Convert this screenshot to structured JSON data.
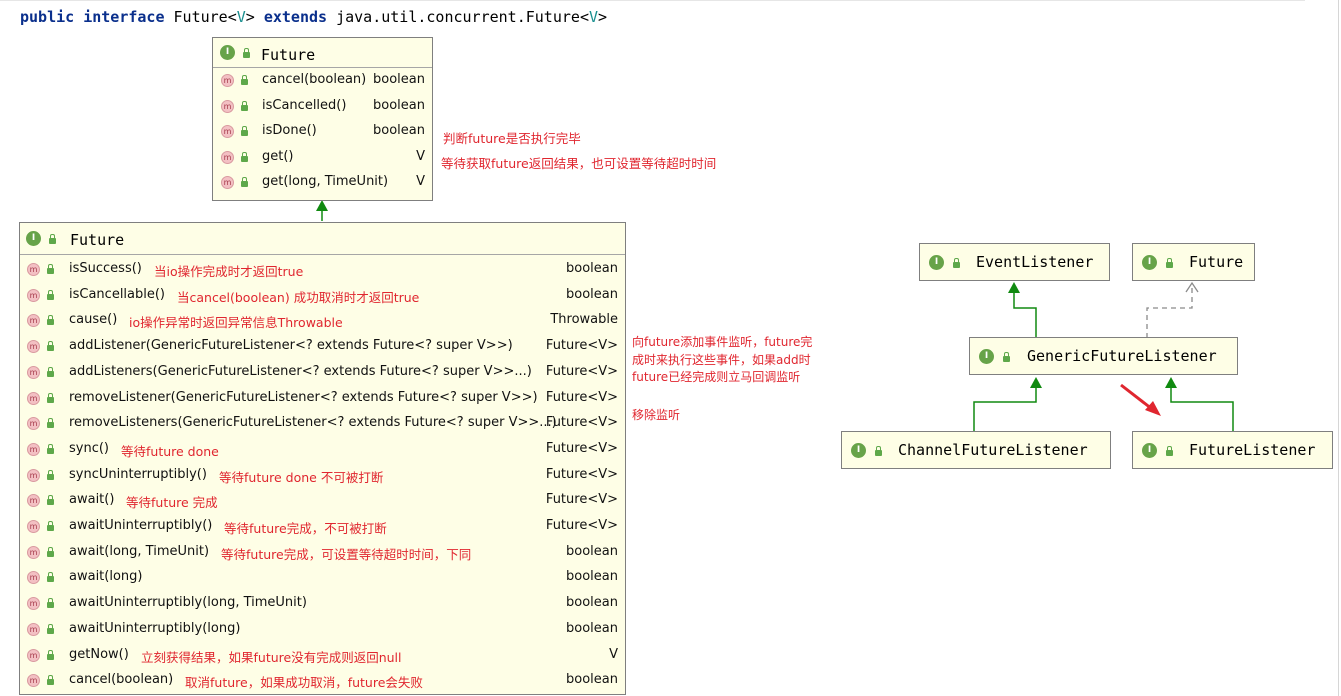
{
  "header": {
    "kw_public": "public",
    "kw_interface": "interface",
    "name": "Future",
    "lt1": "<",
    "tp1": "V",
    "gt1": ">",
    "kw_extends": "extends",
    "parent": "java.util.concurrent.Future",
    "lt2": "<",
    "tp2": "V",
    "gt2": ">"
  },
  "jdk_future": {
    "title": "Future",
    "methods": [
      {
        "name": "cancel(boolean)",
        "type": "boolean",
        "note": ""
      },
      {
        "name": "isCancelled()",
        "type": "boolean",
        "note": ""
      },
      {
        "name": "isDone()",
        "type": "boolean",
        "note": "判断future是否执行完毕"
      },
      {
        "name": "get()",
        "type": "V",
        "note": "等待获取future返回结果，也可设置等待超时时间"
      },
      {
        "name": "get(long, TimeUnit)",
        "type": "V",
        "note": ""
      }
    ]
  },
  "netty_future": {
    "title": "Future",
    "methods": [
      {
        "name": "isSuccess()",
        "note": "当io操作完成时才返回true",
        "type": "boolean"
      },
      {
        "name": "isCancellable()",
        "note": "当cancel(boolean) 成功取消时才返回true",
        "type": "boolean"
      },
      {
        "name": "cause()",
        "note": "io操作异常时返回异常信息Throwable",
        "type": "Throwable"
      },
      {
        "name": "addListener(GenericFutureListener<? extends Future<? super V>>)",
        "note": "",
        "type": "Future<V>"
      },
      {
        "name": "addListeners(GenericFutureListener<? extends Future<? super V>>...)",
        "note": "",
        "type": "Future<V>"
      },
      {
        "name": "removeListener(GenericFutureListener<? extends Future<? super V>>)",
        "note": "",
        "type": "Future<V>"
      },
      {
        "name": "removeListeners(GenericFutureListener<? extends Future<? super V>>...)",
        "note": "",
        "type": "Future<V>"
      },
      {
        "name": "sync()",
        "note": "等待future done",
        "type": "Future<V>"
      },
      {
        "name": "syncUninterruptibly()",
        "note": "等待future done 不可被打断",
        "type": "Future<V>"
      },
      {
        "name": "await()",
        "note": "等待future 完成",
        "type": "Future<V>"
      },
      {
        "name": "awaitUninterruptibly()",
        "note": "等待future完成，不可被打断",
        "type": "Future<V>"
      },
      {
        "name": "await(long, TimeUnit)",
        "note": "等待future完成，可设置等待超时时间，下同",
        "type": "boolean"
      },
      {
        "name": "await(long)",
        "note": "",
        "type": "boolean"
      },
      {
        "name": "awaitUninterruptibly(long, TimeUnit)",
        "note": "",
        "type": "boolean"
      },
      {
        "name": "awaitUninterruptibly(long)",
        "note": "",
        "type": "boolean"
      },
      {
        "name": "getNow()",
        "note": "立刻获得结果，如果future没有完成则返回null",
        "type": "V"
      },
      {
        "name": "cancel(boolean)",
        "note": "取消future，如果成功取消，future会失败",
        "type": "boolean"
      }
    ]
  },
  "side_notes": {
    "listener_note_lines": [
      "向future添加事件监听，future完",
      "成时来执行这些事件，如果add时",
      "future已经完成则立马回调监听"
    ],
    "remove_note": "移除监听"
  },
  "hierarchy": {
    "event_listener": "EventListener",
    "future": "Future",
    "generic_future_listener": "GenericFutureListener",
    "channel_future_listener": "ChannelFutureListener",
    "future_listener": "FutureListener"
  },
  "colors": {
    "note_red": "#e0262f",
    "box_fill": "#fefee6",
    "interface_icon": "#67a349",
    "method_icon": "#f3c0c3",
    "arrow_green": "#108a10",
    "keyword_blue": "#0a2f8c",
    "type_param_teal": "#1a8f8f"
  }
}
